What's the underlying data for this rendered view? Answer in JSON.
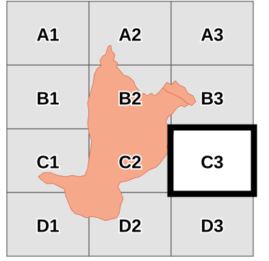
{
  "grid": {
    "rows": [
      "A",
      "B",
      "C",
      "D"
    ],
    "cols": [
      "1",
      "2",
      "3"
    ],
    "cells": [
      {
        "label": "A1",
        "state": "default"
      },
      {
        "label": "A2",
        "state": "default"
      },
      {
        "label": "A3",
        "state": "default"
      },
      {
        "label": "B1",
        "state": "default"
      },
      {
        "label": "B2",
        "state": "default"
      },
      {
        "label": "B3",
        "state": "default"
      },
      {
        "label": "C1",
        "state": "default"
      },
      {
        "label": "C2",
        "state": "default"
      },
      {
        "label": "C3",
        "state": "selected"
      },
      {
        "label": "D1",
        "state": "default"
      },
      {
        "label": "D2",
        "state": "default"
      },
      {
        "label": "D3",
        "state": "default"
      }
    ]
  },
  "colors": {
    "cell_fill": "#e3e3e3",
    "selected_fill": "#ffffff",
    "grid_line": "#555555",
    "selection_border": "#000000",
    "region_fill": "#f5a88a",
    "region_stroke": "#d9785a"
  }
}
